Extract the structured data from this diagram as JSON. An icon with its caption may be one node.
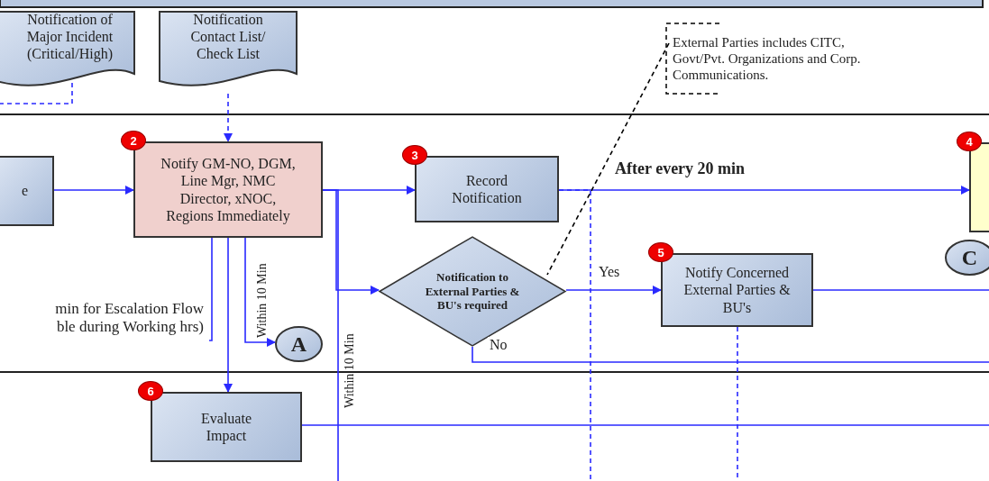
{
  "diagram": {
    "nodes": [
      {
        "text": [
          "Notification of Major Incident (Critical/High)"
        ]
      },
      {
        "text": [
          "Notification Contact List/ Check List"
        ]
      },
      {
        "text": [
          "e"
        ]
      },
      {
        "text": [
          "Notify GM-NO, DGM, Line Mgr, NMC Director, xNOC, Regions Immediately"
        ],
        "beside": [
          "2"
        ]
      },
      {
        "text": [
          "Record Notification"
        ],
        "beside": [
          "3"
        ]
      },
      {
        "text": [
          "External Parties includes CITC, Govt/Pvt. Organizations and Corp. Communications."
        ]
      },
      {
        "text": [],
        "shape": "box",
        "beside": [
          "4"
        ]
      },
      {
        "text": [
          "Notification to External Parties & BU's required"
        ]
      },
      {
        "text": [
          "Notify Concerned External Parties & BU's"
        ],
        "beside": [
          "5"
        ]
      },
      {
        "text": [
          "A"
        ]
      },
      {
        "text": [
          "C"
        ]
      },
      {
        "text": [
          "min for Escalation Flow ble during Working hrs)"
        ]
      },
      {
        "text": [
          "Evaluate Impact"
        ],
        "beside": [
          "6"
        ]
      }
    ],
    "edges": [
      {
        "from": 0,
        "to": null,
        "arrow": "none",
        "style": "dashed"
      },
      {
        "from": 1,
        "to": 3,
        "arrow": "to",
        "style": "dashed"
      },
      {
        "from": 2,
        "to": 3,
        "arrow": "to"
      },
      {
        "from": 3,
        "to": 4,
        "arrow": "to"
      },
      {
        "from": 4,
        "to": 6,
        "arrow": "to",
        "label": "After every 20 min"
      },
      {
        "from": 3,
        "to": 7,
        "arrow": "to"
      },
      {
        "from": 3,
        "to": null,
        "arrow": "none",
        "label": "Within 10 Min"
      },
      {
        "from": 3,
        "to": 9,
        "arrow": "to",
        "label": "Within 10 Min"
      },
      {
        "from": 3,
        "to": 12,
        "arrow": "to"
      },
      {
        "from": 3,
        "to": 11,
        "arrow": "none"
      },
      {
        "from": 7,
        "to": 8,
        "arrow": "to",
        "label": "Yes"
      },
      {
        "from": 7,
        "to": null,
        "arrow": "none",
        "label": "No"
      },
      {
        "from": 8,
        "to": null,
        "arrow": "none"
      },
      {
        "from": 8,
        "to": null,
        "arrow": "none",
        "style": "dashed"
      },
      {
        "from": 4,
        "to": null,
        "arrow": "none",
        "style": "dashed"
      },
      {
        "from": 12,
        "to": null,
        "arrow": "none"
      },
      {
        "from": 5,
        "to": 7,
        "arrow": "none",
        "style": "dashed",
        "color": "#000000"
      }
    ]
  }
}
